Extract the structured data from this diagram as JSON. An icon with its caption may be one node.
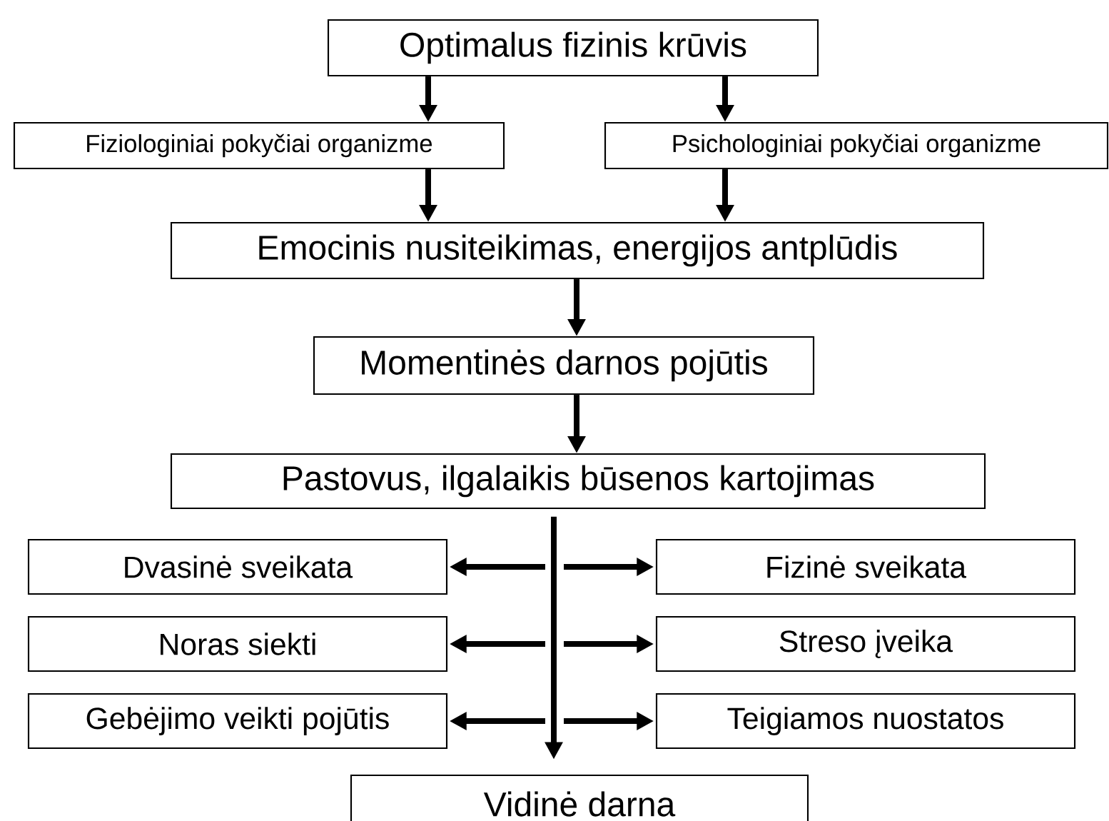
{
  "diagram": {
    "nodes": [
      {
        "text": [
          "Optimalus fizinis krūvis"
        ]
      },
      {
        "text": [
          "Fiziologiniai pokyčiai organizme"
        ]
      },
      {
        "text": [
          "Psichologiniai pokyčiai organizme"
        ]
      },
      {
        "text": [
          "Emocinis nusiteikimas, energijos antplūdis"
        ]
      },
      {
        "text": [
          "Momentinės darnos pojūtis"
        ]
      },
      {
        "text": [
          "Pastovus, ilgalaikis būsenos kartojimas"
        ]
      },
      {
        "text": [
          "Dvasinė sveikata"
        ]
      },
      {
        "text": [
          "Fizinė sveikata"
        ]
      },
      {
        "text": [
          "Noras siekti"
        ]
      },
      {
        "text": [
          "Streso įveika"
        ]
      },
      {
        "text": [
          "Gebėjimo veikti pojūtis"
        ]
      },
      {
        "text": [
          "Teigiamos nuostatos"
        ]
      },
      {
        "text": [
          "Vidinė darna"
        ]
      }
    ],
    "edges": [
      {
        "from": 0,
        "to": 1,
        "arrow": "to"
      },
      {
        "from": 0,
        "to": 2,
        "arrow": "to"
      },
      {
        "from": 1,
        "to": 3,
        "arrow": "to"
      },
      {
        "from": 2,
        "to": 3,
        "arrow": "to"
      },
      {
        "from": 3,
        "to": 4,
        "arrow": "to"
      },
      {
        "from": 4,
        "to": 5,
        "arrow": "to"
      },
      {
        "from": 5,
        "to": 12,
        "arrow": "to"
      },
      {
        "from": null,
        "to": 6,
        "arrow": "to"
      },
      {
        "from": null,
        "to": 7,
        "arrow": "to"
      },
      {
        "from": null,
        "to": 8,
        "arrow": "to"
      },
      {
        "from": null,
        "to": 9,
        "arrow": "to"
      },
      {
        "from": null,
        "to": 10,
        "arrow": "to"
      },
      {
        "from": null,
        "to": 11,
        "arrow": "to"
      }
    ]
  }
}
